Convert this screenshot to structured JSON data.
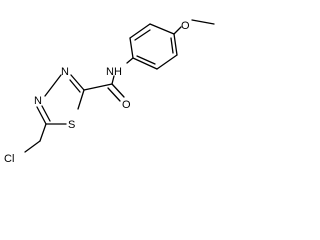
{
  "structure": {
    "atoms": {
      "chlorine": "Cl",
      "sulfur": "S",
      "nitrogen_left": "N",
      "nitrogen_right": "N",
      "amide_nh": "NH",
      "carbonyl_oxygen": "O",
      "ether_oxygen": "O"
    }
  }
}
